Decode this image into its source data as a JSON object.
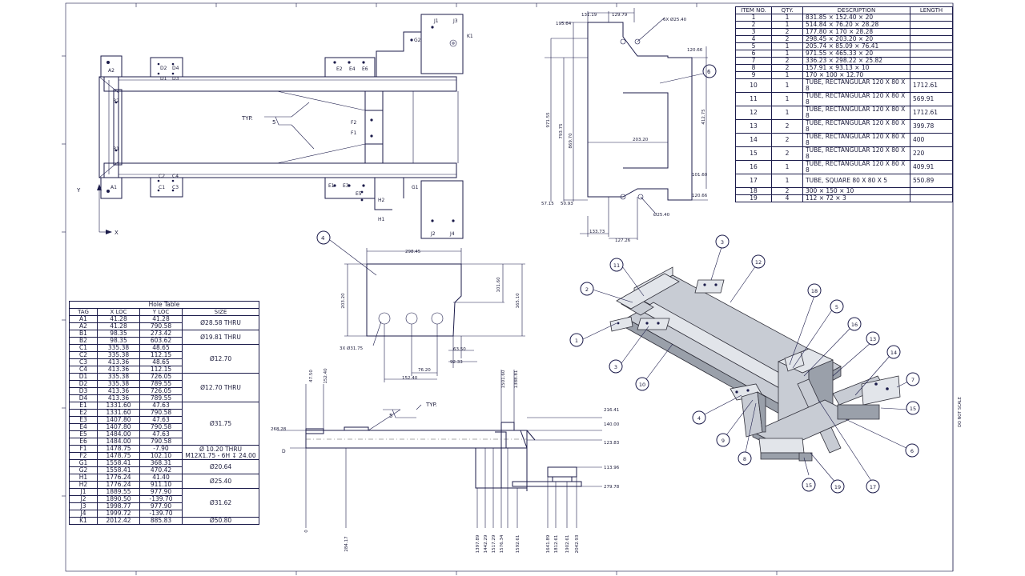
{
  "bom": {
    "headers": [
      "ITEM NO.",
      "QTY.",
      "DESCRIPTION",
      "LENGTH"
    ],
    "rows": [
      {
        "item": "1",
        "qty": "1",
        "desc": "831.85 × 152.40 × 20",
        "length": ""
      },
      {
        "item": "2",
        "qty": "1",
        "desc": "514.84 × 76.20 × 28.28",
        "length": ""
      },
      {
        "item": "3",
        "qty": "2",
        "desc": "177.80 × 170 × 28.28",
        "length": ""
      },
      {
        "item": "4",
        "qty": "2",
        "desc": "298.45 × 203.20 × 20",
        "length": ""
      },
      {
        "item": "5",
        "qty": "1",
        "desc": "205.74 × 85.09 × 76.41",
        "length": ""
      },
      {
        "item": "6",
        "qty": "1",
        "desc": "971.55 × 465.33 × 20",
        "length": ""
      },
      {
        "item": "7",
        "qty": "2",
        "desc": "336.23 × 298.22 × 25.82",
        "length": ""
      },
      {
        "item": "8",
        "qty": "2",
        "desc": "157.91 × 93.13 × 10",
        "length": ""
      },
      {
        "item": "9",
        "qty": "1",
        "desc": "170 × 100 × 12.70",
        "length": ""
      },
      {
        "item": "10",
        "qty": "1",
        "desc": "TUBE, RECTANGULAR 120 X 80 X 8",
        "length": "1712.61"
      },
      {
        "item": "11",
        "qty": "1",
        "desc": "TUBE, RECTANGULAR 120 X 80 X 8",
        "length": "569.91"
      },
      {
        "item": "12",
        "qty": "1",
        "desc": "TUBE, RECTANGULAR 120 X 80 X 8",
        "length": "1712.61"
      },
      {
        "item": "13",
        "qty": "2",
        "desc": "TUBE, RECTANGULAR 120 X 80 X 8",
        "length": "399.78"
      },
      {
        "item": "14",
        "qty": "2",
        "desc": "TUBE, RECTANGULAR 120 X 80 X 8",
        "length": "400"
      },
      {
        "item": "15",
        "qty": "2",
        "desc": "TUBE, RECTANGULAR 120 X 80 X 8",
        "length": "220"
      },
      {
        "item": "16",
        "qty": "1",
        "desc": "TUBE, RECTANGULAR 120 X 80 X 8",
        "length": "409.91"
      },
      {
        "item": "17",
        "qty": "1",
        "desc": "TUBE, SQUARE 80 X 80 X 5",
        "length": "550.89"
      },
      {
        "item": "18",
        "qty": "2",
        "desc": "300 × 150 × 10",
        "length": ""
      },
      {
        "item": "19",
        "qty": "4",
        "desc": "112 × 72 × 3",
        "length": ""
      }
    ]
  },
  "hole_table": {
    "title": "Hole Table",
    "headers": [
      "TAG",
      "X LOC",
      "Y LOC",
      "SIZE"
    ],
    "groups": [
      {
        "size": "Ø28.58 THRU",
        "rows": [
          [
            "A1",
            "41.28",
            "41.28"
          ],
          [
            "A2",
            "41.28",
            "790.58"
          ]
        ]
      },
      {
        "size": "Ø19.81 THRU",
        "rows": [
          [
            "B1",
            "98.35",
            "273.42"
          ],
          [
            "B2",
            "98.35",
            "603.62"
          ]
        ]
      },
      {
        "size": "Ø12.70",
        "rows": [
          [
            "C1",
            "335.38",
            "48.65"
          ],
          [
            "C2",
            "335.38",
            "112.15"
          ],
          [
            "C3",
            "413.36",
            "48.65"
          ],
          [
            "C4",
            "413.36",
            "112.15"
          ]
        ]
      },
      {
        "size": "Ø12.70 THRU",
        "rows": [
          [
            "D1",
            "335.38",
            "726.05"
          ],
          [
            "D2",
            "335.38",
            "789.55"
          ],
          [
            "D3",
            "413.36",
            "726.05"
          ],
          [
            "D4",
            "413.36",
            "789.55"
          ]
        ]
      },
      {
        "size": "Ø31.75",
        "rows": [
          [
            "E1",
            "1331.60",
            "47.63"
          ],
          [
            "E2",
            "1331.60",
            "790.58"
          ],
          [
            "E3",
            "1407.80",
            "47.63"
          ],
          [
            "E4",
            "1407.80",
            "790.58"
          ],
          [
            "E5",
            "1484.00",
            "47.63"
          ],
          [
            "E6",
            "1484.00",
            "790.58"
          ]
        ]
      },
      {
        "size": "Ø 10.20 THRU\nM12X1.75 - 6H ↧ 24.00",
        "rows": [
          [
            "F1",
            "1478.75",
            "-7.90"
          ],
          [
            "F2",
            "1478.75",
            "102.10"
          ]
        ]
      },
      {
        "size": "Ø20.64",
        "rows": [
          [
            "G1",
            "1558.41",
            "368.31"
          ],
          [
            "G2",
            "1558.41",
            "470.42"
          ]
        ]
      },
      {
        "size": "Ø25.40",
        "rows": [
          [
            "H1",
            "1776.24",
            "41.40"
          ],
          [
            "H2",
            "1776.24",
            "911.10"
          ]
        ]
      },
      {
        "size": "Ø31.62",
        "rows": [
          [
            "J1",
            "1889.55",
            "977.90"
          ],
          [
            "J2",
            "1890.50",
            "-139.70"
          ],
          [
            "J3",
            "1998.77",
            "977.90"
          ],
          [
            "J4",
            "1999.72",
            "-139.70"
          ]
        ]
      },
      {
        "size": "Ø50.80",
        "rows": [
          [
            "K1",
            "2012.42",
            "885.83"
          ]
        ]
      }
    ]
  },
  "plan_view": {
    "hole_tags": [
      "A2",
      "D2",
      "D4",
      "D1",
      "D3",
      "B2",
      "B1",
      "A1",
      "C2",
      "C4",
      "C1",
      "C3",
      "E2",
      "E4",
      "E6",
      "E1",
      "E3",
      "E5",
      "F2",
      "F1",
      "H2",
      "H1",
      "J1",
      "J3",
      "J2",
      "J4",
      "G2",
      "G1",
      "K1"
    ],
    "typ_label": "TYP.",
    "weld_number": "5",
    "axis_y": "Y",
    "axis_x": "X"
  },
  "plate6": {
    "dims": [
      "131.19",
      "129.79",
      "195.64",
      "6X Ø25.40",
      "120.66",
      "6",
      "971.55",
      "793.75",
      "869.70",
      "203.20",
      "412.75",
      "101.60",
      "120.66",
      "57.15",
      "50.93",
      "Ø25.40",
      "133.73",
      "127.26"
    ]
  },
  "plate4": {
    "dims": [
      "4",
      "298.45",
      "203.20",
      "101.60",
      "165.10",
      "3X Ø31.75",
      "63.50",
      "92.33",
      "152.40",
      "76.20"
    ]
  },
  "side_view": {
    "dims": [
      "47.50",
      "152.40",
      "1501.60",
      "1388.81",
      "268.28",
      "0",
      "216.41",
      "140.00",
      "123.83",
      "113.96",
      "279.78",
      "284.17",
      "1397.89",
      "1442.29",
      "1517.29",
      "1576.34",
      "1592.61",
      "1641.89",
      "1812.61",
      "1902.61",
      "2042.93"
    ],
    "typ_label": "TYP.",
    "weld_number": "5",
    "d_label": "D"
  },
  "iso_view": {
    "balloons": [
      "1",
      "2",
      "3",
      "3",
      "4",
      "5",
      "6",
      "7",
      "8",
      "9",
      "10",
      "11",
      "12",
      "13",
      "14",
      "15",
      "15",
      "16",
      "17",
      "18",
      "19"
    ]
  },
  "sheet_side_label": "DO NOT SCALE"
}
